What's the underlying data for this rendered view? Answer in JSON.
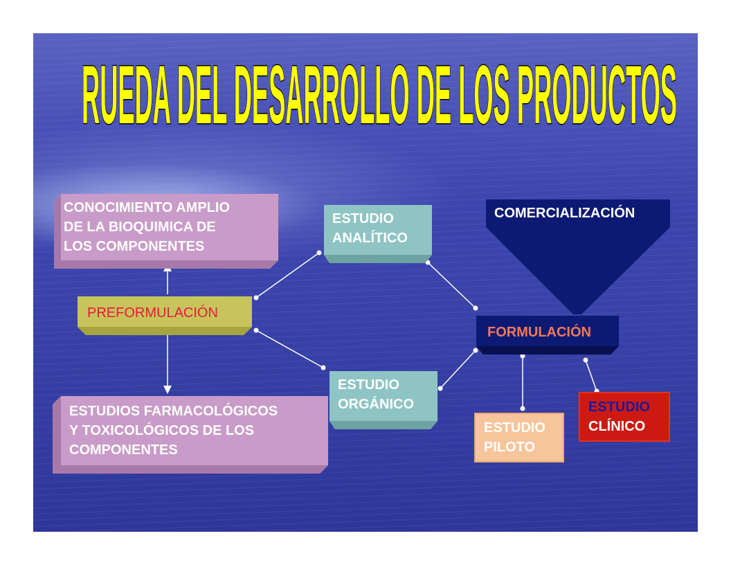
{
  "title": "RUEDA DEL DESARROLLO DE LOS PRODUCTOS",
  "nodes": {
    "conocimiento": "CONOCIMIENTO AMPLIO\nDE LA BIOQUIMICA DE\nLOS  COMPONENTES",
    "preformulacion": "PREFORMULACIÓN",
    "farmacologicos": "ESTUDIOS FARMACOLÓGICOS\nY TOXICOLÓGICOS DE LOS\nCOMPONENTES",
    "analitico": "ESTUDIO\nANALÍTICO",
    "organico": "ESTUDIO\nORGÁNICO",
    "comercializacion": "COMERCIALIZACIÓN",
    "formulacion": "FORMULACIÓN",
    "piloto": "ESTUDIO\nPILOTO",
    "clinico_line1": "ESTUDIO",
    "clinico_line2": "CLÍNICO"
  },
  "colors": {
    "title_fill": "#ffff00",
    "lavender": "#c99bc8",
    "olive": "#c7c45c",
    "teal": "#8fc4c4",
    "navy": "#0d1a73",
    "peach": "#f7c59b",
    "red": "#cc1a12",
    "preformulacion_text": "#e8173c",
    "clinico_line1_text": "#1a1a9e"
  }
}
